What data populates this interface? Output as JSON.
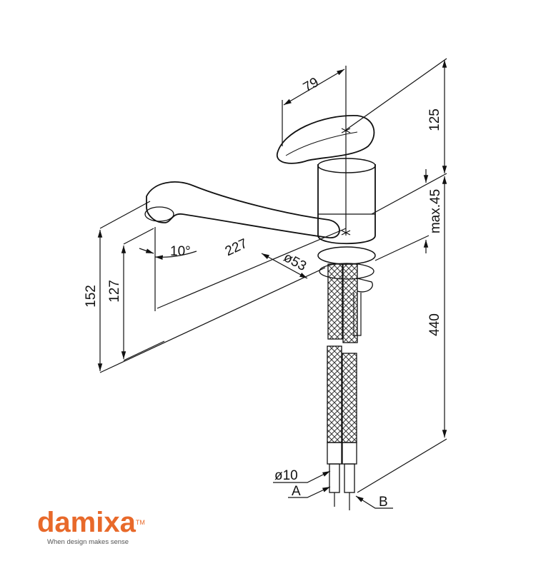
{
  "dimensions": {
    "handle_width": "79",
    "handle_height": "125",
    "deck_thickness": "max.45",
    "hose_length": "440",
    "spout_reach": "227",
    "body_diameter": "ø53",
    "spout_angle": "10°",
    "total_height": "152",
    "spout_height": "127",
    "hose_diameter": "ø10"
  },
  "connections": {
    "a": "A",
    "b": "B"
  },
  "logo": {
    "brand": "damixa",
    "tm": "TM",
    "tagline": "When design makes sense",
    "color": "#e8692a"
  }
}
